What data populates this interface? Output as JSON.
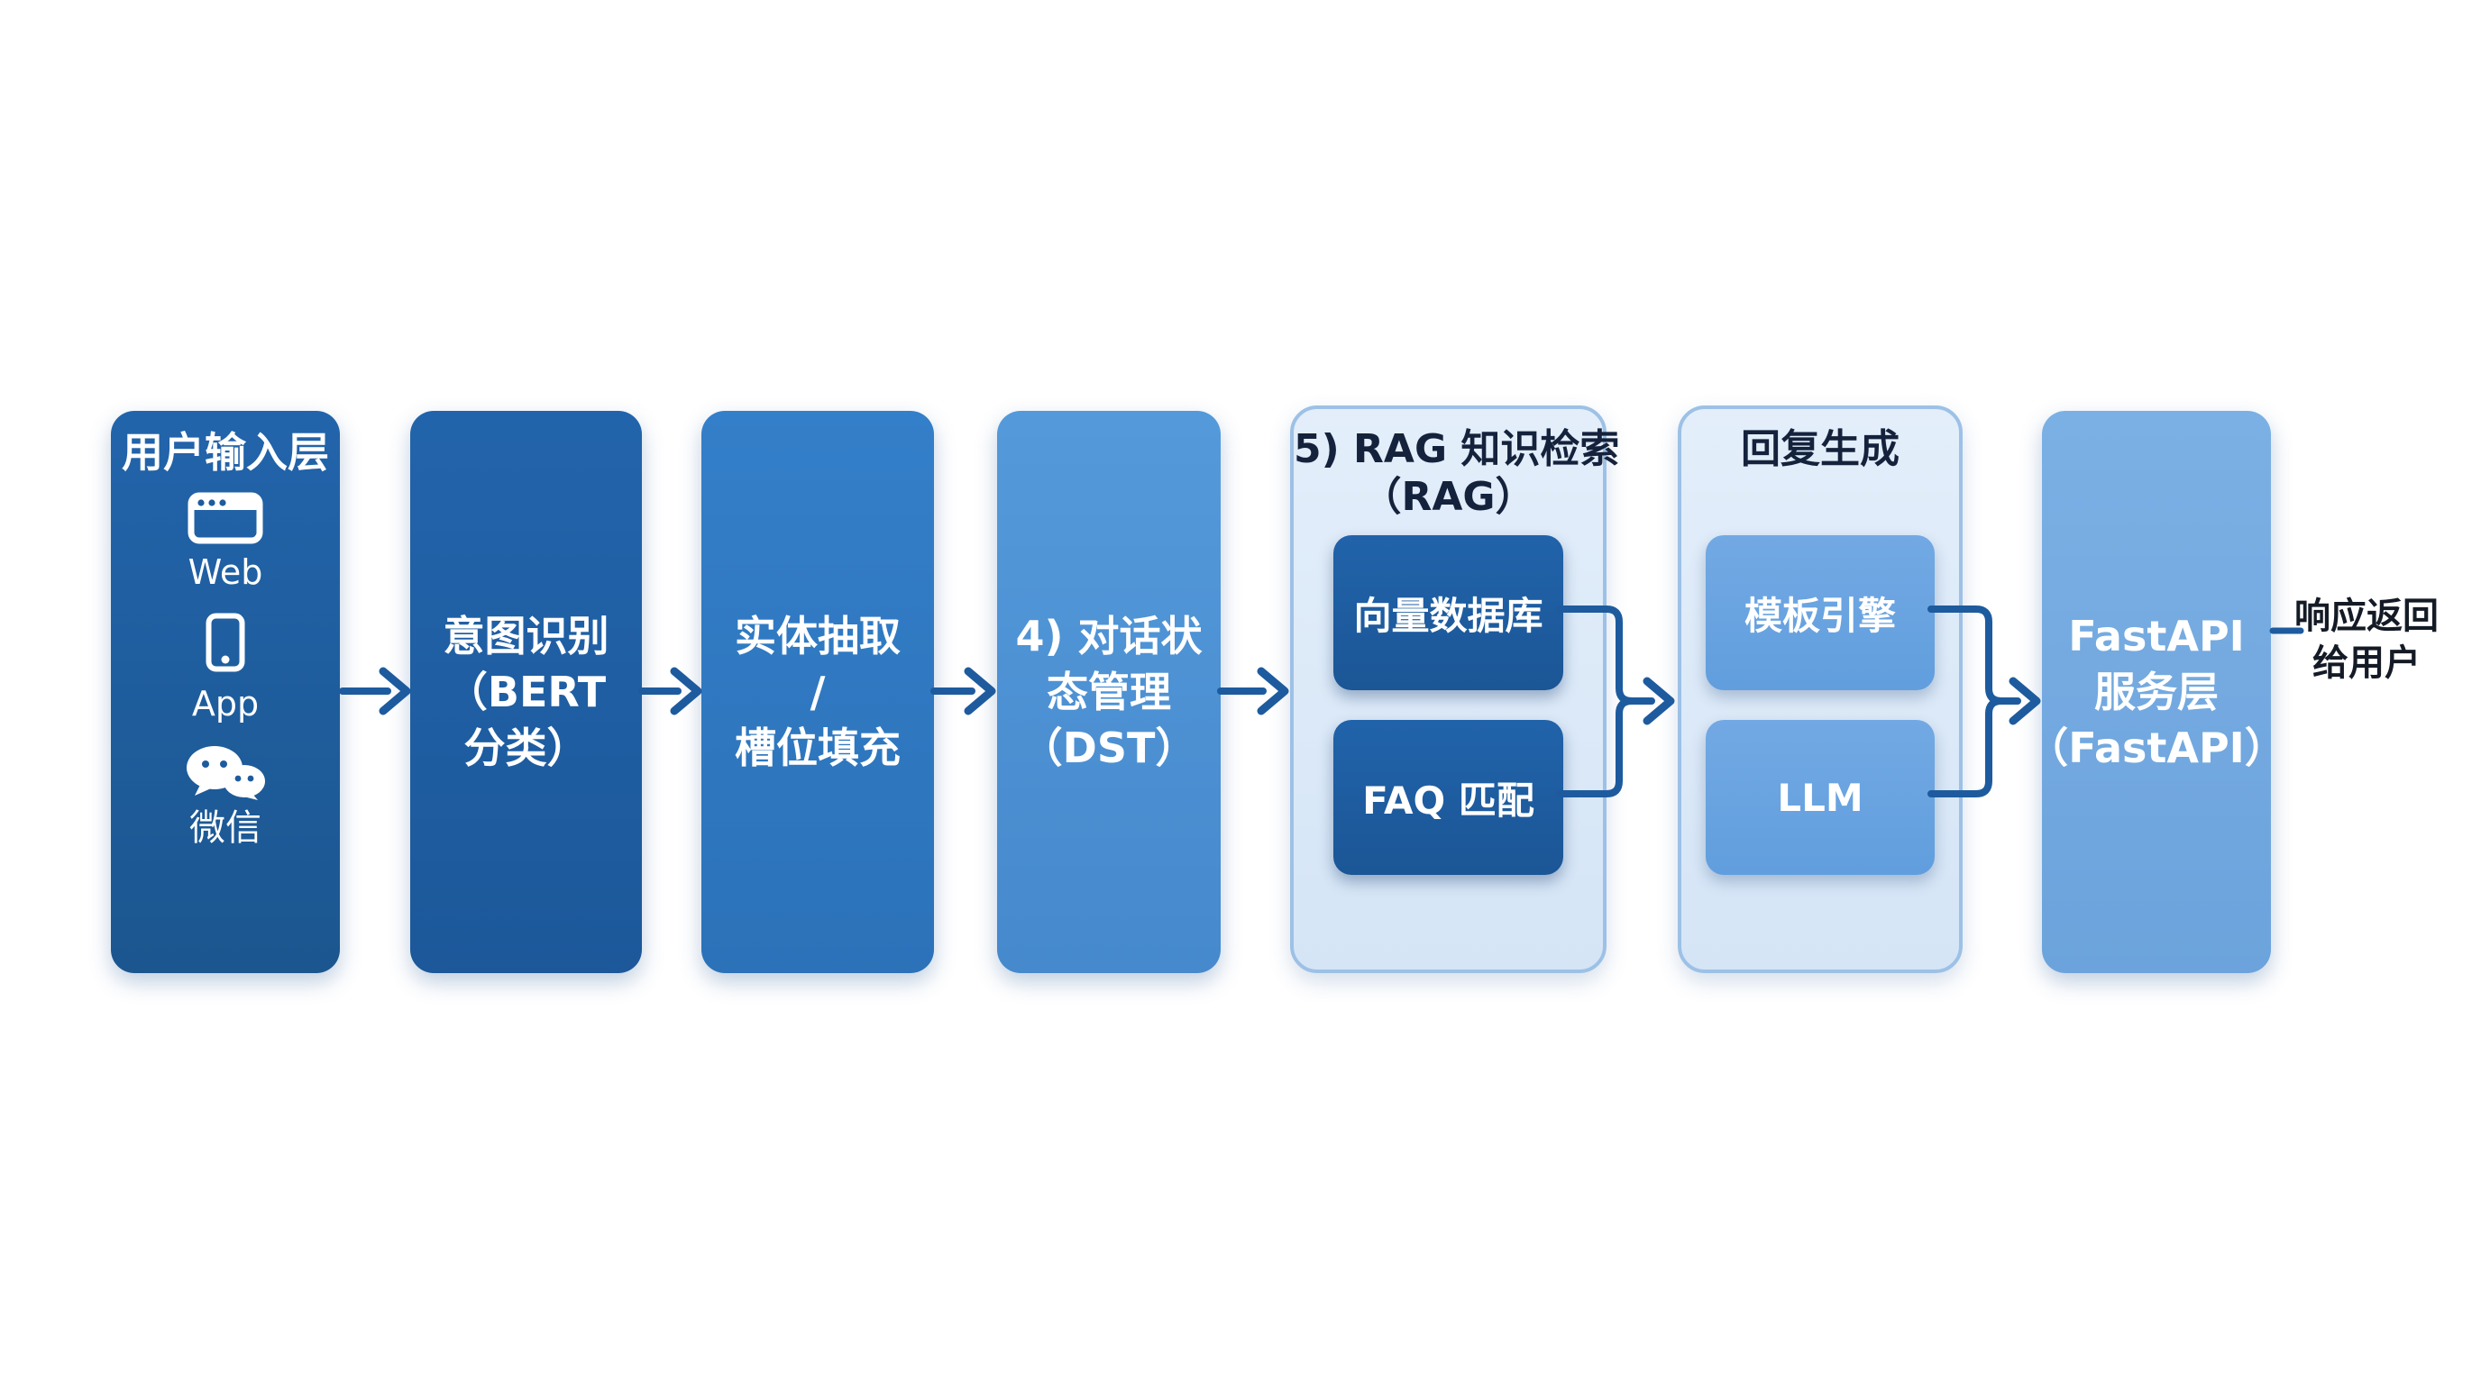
{
  "diagram_title": "",
  "colors": {
    "background": "#ffffff",
    "box_dark_blue": "#1d5b9e",
    "box_medium_blue": "#2e77c0",
    "box_light_blue": "#4a8fd3",
    "box_pale_blue": "#71a8e0",
    "inner_medium_blue": "#66a2e0",
    "container_fill": "#d9e8f8",
    "container_border": "#9dc1e6",
    "arrow": "#1d5b9e",
    "dark_text": "#15223c",
    "white_text": "#ffffff"
  },
  "input_layer": {
    "title": "用户输入层",
    "channels": [
      {
        "icon": "browser-icon",
        "label": "Web"
      },
      {
        "icon": "smartphone-icon",
        "label": "App"
      },
      {
        "icon": "wechat-icon",
        "label": "微信"
      }
    ]
  },
  "intent_box": {
    "line1": "意图识别",
    "line2": "（BERT",
    "line3": "分类）"
  },
  "entity_box": {
    "line1": "实体抽取",
    "line2": "/",
    "line3": "槽位填充"
  },
  "dst_box": {
    "line1": "4) 对话状",
    "line2": "态管理",
    "line3": "（DST）"
  },
  "rag_group": {
    "title_line1": "5) RAG 知识检索",
    "title_line2": "（RAG）",
    "vector_db_label": "向量数据库",
    "faq_label": "FAQ 匹配"
  },
  "reply_group": {
    "title": "回复生成",
    "template_engine_label": "模板引擎",
    "llm_label": "LLM"
  },
  "api_box": {
    "line1": "FastAPI",
    "line2": "服务层",
    "line3": "（FastAPI）"
  },
  "output_label": {
    "line1": "响应返回",
    "line2": "给用户"
  }
}
